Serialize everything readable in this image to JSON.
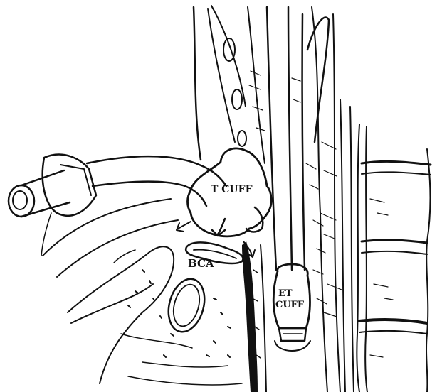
{
  "labels": {
    "t_cuff": "T CUFF",
    "bca": "BCA",
    "et_cuff_line1": "ET",
    "et_cuff_line2": "CUFF"
  }
}
